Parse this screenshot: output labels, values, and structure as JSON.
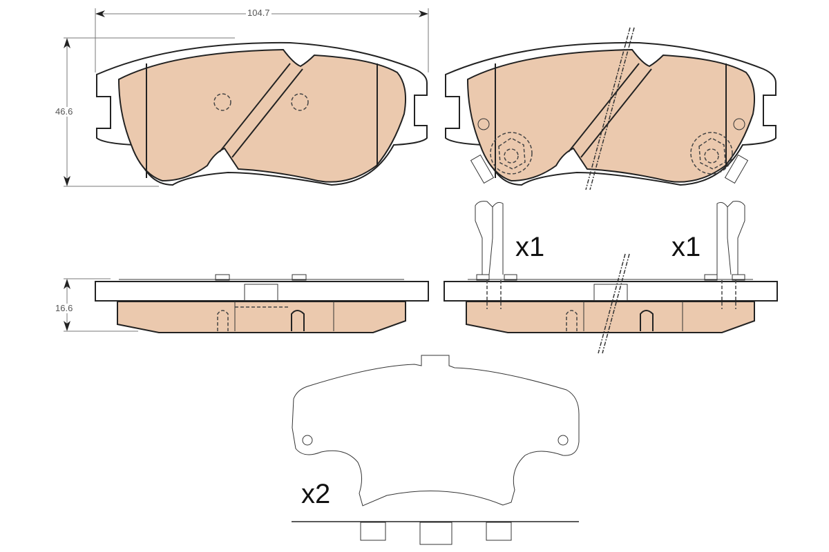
{
  "diagram": {
    "type": "brake pad set technical drawing",
    "colors": {
      "friction_material": "#EBC9AE",
      "outline": "#222222",
      "dimension_line": "#777777",
      "background": "#FFFFFF"
    },
    "dimensions": {
      "width": "104.7",
      "height": "46.6",
      "thickness": "16.6"
    },
    "quantities": {
      "wear_sensor_left": "x1",
      "wear_sensor_right": "x1",
      "anti_squeal_shim": "x2"
    },
    "views": [
      {
        "name": "front view pad without sensors",
        "position": "top-left"
      },
      {
        "name": "front view pad with wear sensors",
        "position": "top-right"
      },
      {
        "name": "side view pad",
        "position": "middle-left"
      },
      {
        "name": "side view pad with wear sensor clips",
        "position": "middle-right"
      },
      {
        "name": "anti-squeal shim plate",
        "position": "bottom-center"
      }
    ]
  }
}
